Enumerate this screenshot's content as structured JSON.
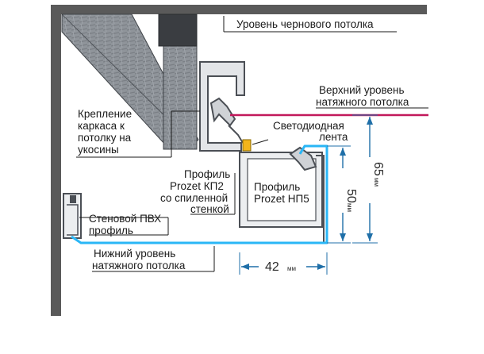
{
  "labels": {
    "rough_ceiling": "Уровень чернового потолка",
    "upper_level": [
      "Верхний уровень",
      "натяжного потолка"
    ],
    "mounting": [
      "Крепление",
      "каркаса к",
      "потолку на",
      "укосины"
    ],
    "led": [
      "Светодиодная",
      "лента"
    ],
    "profile_kp2": [
      "Профиль",
      "Prozet КП2",
      "со спиленной",
      "стенкой"
    ],
    "profile_np5": [
      "Профиль",
      "Prozet НП5"
    ],
    "wall_pvc": [
      "Стеновой ПВХ",
      "профиль"
    ],
    "lower_level": [
      "Нижний уровень",
      "натяжного потолка"
    ]
  },
  "dimensions": {
    "width": {
      "value": "42",
      "unit": "мм"
    },
    "inner_height": {
      "value": "50",
      "unit": "мм"
    },
    "outer_height": {
      "value": "65",
      "unit": "мм"
    }
  },
  "colors": {
    "wall": "#5a5a5a",
    "metal": "#8a8f96",
    "metal_dark": "#4b4f55",
    "profile_fill": "#d9dcdf",
    "upper_line": "#c2185b",
    "lower_line": "#29b6f6",
    "led": "#f2b51b",
    "dim_line": "#1f6fa8"
  },
  "icons": [
    "wall-icon",
    "led-strip-icon",
    "bracket-icon"
  ]
}
